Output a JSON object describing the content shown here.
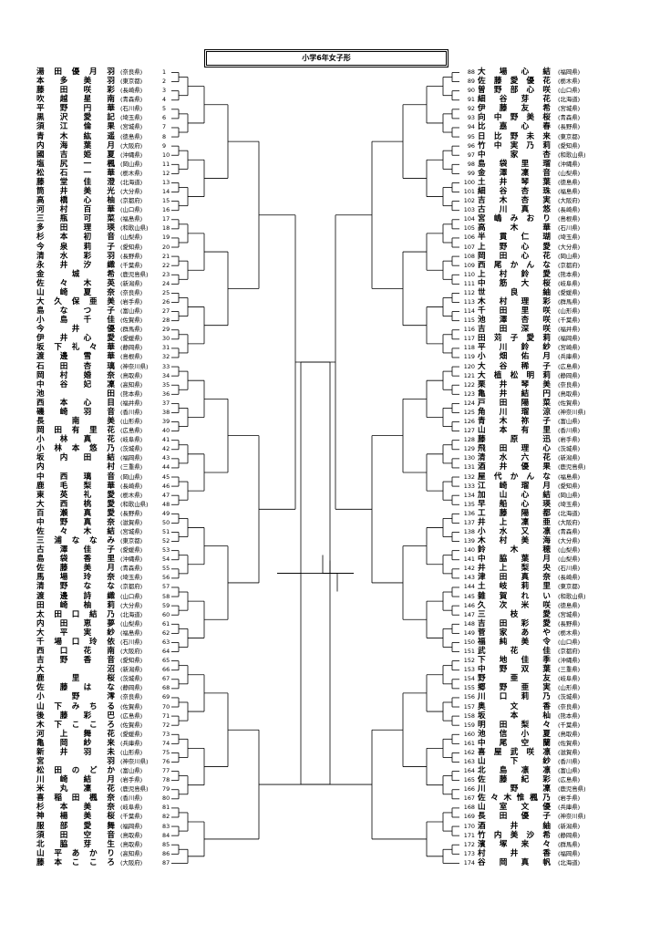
{
  "title": "小学6年女子形",
  "left": [
    {
      "no": "1",
      "name": "湯田優月羽",
      "pref": "(奈良県)"
    },
    {
      "no": "2",
      "name": "本多美羽",
      "pref": "(東京都)"
    },
    {
      "no": "3",
      "name": "藤田咲彩",
      "pref": "(長崎県)"
    },
    {
      "no": "4",
      "name": "吹越星南",
      "pref": "(青森県)"
    },
    {
      "no": "5",
      "name": "平野円華",
      "pref": "(石川県)"
    },
    {
      "no": "6",
      "name": "黒沢愛記",
      "pref": "(埼玉県)"
    },
    {
      "no": "7",
      "name": "須江倫果",
      "pref": "(宮城県)"
    },
    {
      "no": "8",
      "name": "青木紘遥",
      "pref": "(徳島県)"
    },
    {
      "no": "9",
      "name": "内海葉月",
      "pref": "(大阪府)"
    },
    {
      "no": "10",
      "name": "國吉姫夏",
      "pref": "(沖縄県)"
    },
    {
      "no": "11",
      "name": "塩尻一楓",
      "pref": "(岡山県)"
    },
    {
      "no": "12",
      "name": "松石一華",
      "pref": "(栃木県)"
    },
    {
      "no": "13",
      "name": "藤堂佳澄",
      "pref": "(北海道)"
    },
    {
      "no": "14",
      "name": "筒井美光",
      "pref": "(大分県)"
    },
    {
      "no": "15",
      "name": "高橋心柚",
      "pref": "(京都府)"
    },
    {
      "no": "16",
      "name": "河村百華",
      "pref": "(山口県)"
    },
    {
      "no": "17",
      "name": "三瓶可菜",
      "pref": "(福島県)"
    },
    {
      "no": "18",
      "name": "多田理瑛",
      "pref": "(和歌山県)"
    },
    {
      "no": "19",
      "name": "杉本初音",
      "pref": "(山梨県)"
    },
    {
      "no": "20",
      "name": "今泉莉子",
      "pref": "(愛知県)"
    },
    {
      "no": "21",
      "name": "清水彩羽",
      "pref": "(長野県)"
    },
    {
      "no": "22",
      "name": "永井汐織",
      "pref": "(千葉県)"
    },
    {
      "no": "23",
      "name": "金城希",
      "pref": "(鹿児島県)"
    },
    {
      "no": "24",
      "name": "佐々木英",
      "pref": "(新潟県)"
    },
    {
      "no": "25",
      "name": "山崎夏奈",
      "pref": "(奈良県)"
    },
    {
      "no": "26",
      "name": "大久保亜美",
      "pref": "(岩手県)"
    },
    {
      "no": "27",
      "name": "島なつ子",
      "pref": "(富山県)"
    },
    {
      "no": "28",
      "name": "小島千佳",
      "pref": "(佐賀県)"
    },
    {
      "no": "29",
      "name": "今井優",
      "pref": "(群馬県)"
    },
    {
      "no": "30",
      "name": "伊井心愛",
      "pref": "(愛媛県)"
    },
    {
      "no": "31",
      "name": "坂下礼々華",
      "pref": "(静岡県)"
    },
    {
      "no": "32",
      "name": "渡邊雪華",
      "pref": "(島根県)"
    },
    {
      "no": "33",
      "name": "石田杏璃",
      "pref": "(神奈川県)"
    },
    {
      "no": "34",
      "name": "岡村婚奈",
      "pref": "(鳥取県)"
    },
    {
      "no": "35",
      "name": "中谷妃凜",
      "pref": "(高知県)"
    },
    {
      "no": "36",
      "name": "池田",
      "pref": "(熊本県)"
    },
    {
      "no": "37",
      "name": "西本心目",
      "pref": "(福井県)"
    },
    {
      "no": "38",
      "name": "磯崎羽音",
      "pref": "(香川県)"
    },
    {
      "no": "39",
      "name": "長南美",
      "pref": "(山形県)"
    },
    {
      "no": "40",
      "name": "岡田有里花",
      "pref": "(広島県)"
    },
    {
      "no": "41",
      "name": "小林真花",
      "pref": "(岐阜県)"
    },
    {
      "no": "42",
      "name": "小林本悠乃",
      "pref": "(茨城県)"
    },
    {
      "no": "43",
      "name": "坂内田結",
      "pref": "(福岡県)"
    },
    {
      "no": "44",
      "name": "内村",
      "pref": "(三重県)"
    },
    {
      "no": "45",
      "name": "中西璃音",
      "pref": "(岡山県)"
    },
    {
      "no": "46",
      "name": "鹿毛梨華",
      "pref": "(長崎県)"
    },
    {
      "no": "47",
      "name": "東英礼愛",
      "pref": "(栃木県)"
    },
    {
      "no": "48",
      "name": "大西桃愛",
      "pref": "(和歌山県)"
    },
    {
      "no": "49",
      "name": "百瀬真愛",
      "pref": "(長野県)"
    },
    {
      "no": "50",
      "name": "中野真奈",
      "pref": "(滋賀県)"
    },
    {
      "no": "51",
      "name": "佐々木結",
      "pref": "(宮城県)"
    },
    {
      "no": "52",
      "name": "三浦ななみ",
      "pref": "(東京都)"
    },
    {
      "no": "53",
      "name": "古澤佳子",
      "pref": "(愛媛県)"
    },
    {
      "no": "54",
      "name": "島袋香里",
      "pref": "(沖縄県)"
    },
    {
      "no": "55",
      "name": "佐藤美月",
      "pref": "(青森県)"
    },
    {
      "no": "56",
      "name": "馬場玲奈",
      "pref": "(埼玉県)"
    },
    {
      "no": "57",
      "name": "清野なな",
      "pref": "(京都府)"
    },
    {
      "no": "58",
      "name": "渡邊詩織",
      "pref": "(山口県)"
    },
    {
      "no": "59",
      "name": "田崎柚莉",
      "pref": "(大分県)"
    },
    {
      "no": "60",
      "name": "太田口結乃",
      "pref": "(北海道)"
    },
    {
      "no": "61",
      "name": "内田恵夢",
      "pref": "(山梨県)"
    },
    {
      "no": "62",
      "name": "大平実紗",
      "pref": "(福島県)"
    },
    {
      "no": "63",
      "name": "千場口玲依",
      "pref": "(石川県)"
    },
    {
      "no": "64",
      "name": "西口花南",
      "pref": "(大阪府)"
    },
    {
      "no": "65",
      "name": "吉野香音",
      "pref": "(愛知県)"
    },
    {
      "no": "66",
      "name": "大沼",
      "pref": "(新潟県)"
    },
    {
      "no": "67",
      "name": "鹿里桜",
      "pref": "(茨城県)"
    },
    {
      "no": "68",
      "name": "佐藤はな",
      "pref": "(静岡県)"
    },
    {
      "no": "69",
      "name": "小野澪",
      "pref": "(奈良県)"
    },
    {
      "no": "70",
      "name": "山下みちる",
      "pref": "(佐賀県)"
    },
    {
      "no": "71",
      "name": "後藤彩巴",
      "pref": "(広島県)"
    },
    {
      "no": "72",
      "name": "木下こころ",
      "pref": "(佐賀県)"
    },
    {
      "no": "73",
      "name": "河上舞花",
      "pref": "(愛媛県)"
    },
    {
      "no": "74",
      "name": "亀岡紗来",
      "pref": "(兵庫県)"
    },
    {
      "no": "75",
      "name": "新井羽未",
      "pref": "(山形県)"
    },
    {
      "no": "76",
      "name": "宮羽",
      "pref": "(神奈川県)"
    },
    {
      "no": "77",
      "name": "松田のどか",
      "pref": "(富山県)"
    },
    {
      "no": "78",
      "name": "川崎結月",
      "pref": "(岩手県)"
    },
    {
      "no": "79",
      "name": "米丸凜花",
      "pref": "(鹿児島県)"
    },
    {
      "no": "80",
      "name": "喜稲田楓奈",
      "pref": "(香川県)"
    },
    {
      "no": "81",
      "name": "杉本美奈",
      "pref": "(岐阜県)"
    },
    {
      "no": "82",
      "name": "神楊美桜",
      "pref": "(千葉県)"
    },
    {
      "no": "83",
      "name": "服部愛舞",
      "pref": "(福岡県)"
    },
    {
      "no": "84",
      "name": "須田空音",
      "pref": "(鳥取県)"
    },
    {
      "no": "85",
      "name": "北脇芽生",
      "pref": "(鳥取県)"
    },
    {
      "no": "86",
      "name": "山平あかり",
      "pref": "(高知県)"
    },
    {
      "no": "87",
      "name": "藤本こころ",
      "pref": "(大阪府)"
    }
  ],
  "right": [
    {
      "no": "88",
      "name": "大場心結",
      "pref": "(福岡県)"
    },
    {
      "no": "89",
      "name": "佐藤愛優花",
      "pref": "(栃木県)"
    },
    {
      "no": "90",
      "name": "曽野部心咲",
      "pref": "(山口県)"
    },
    {
      "no": "91",
      "name": "細谷芽花",
      "pref": "(北海道)"
    },
    {
      "no": "92",
      "name": "伊藤友希",
      "pref": "(宮城県)"
    },
    {
      "no": "93",
      "name": "向中野美桜",
      "pref": "(青森県)"
    },
    {
      "no": "94",
      "name": "比嘉心春",
      "pref": "(長野県)"
    },
    {
      "no": "95",
      "name": "日比野未来",
      "pref": "(東京都)"
    },
    {
      "no": "96",
      "name": "竹中実乃莉",
      "pref": "(愛知県)"
    },
    {
      "no": "97",
      "name": "中家杏",
      "pref": "(和歌山県)"
    },
    {
      "no": "98",
      "name": "島袋里瑠",
      "pref": "(沖縄県)"
    },
    {
      "no": "99",
      "name": "金澤凜音",
      "pref": "(山梨県)"
    },
    {
      "no": "100",
      "name": "土井琴葉",
      "pref": "(徳島県)"
    },
    {
      "no": "101",
      "name": "細谷杏珠",
      "pref": "(福島県)"
    },
    {
      "no": "102",
      "name": "吉木杏実",
      "pref": "(大阪府)"
    },
    {
      "no": "103",
      "name": "古川真悠",
      "pref": "(長崎県)"
    },
    {
      "no": "104",
      "name": "宮嶋みおり",
      "pref": "(島根県)"
    },
    {
      "no": "105",
      "name": "高木華",
      "pref": "(石川県)"
    },
    {
      "no": "106",
      "name": "半貫仁瑚",
      "pref": "(埼玉県)"
    },
    {
      "no": "107",
      "name": "上野心愛",
      "pref": "(大分県)"
    },
    {
      "no": "108",
      "name": "岡田心花",
      "pref": "(岡山県)"
    },
    {
      "no": "109",
      "name": "西尾かんな",
      "pref": "(京都府)"
    },
    {
      "no": "110",
      "name": "上村鈴愛",
      "pref": "(熊本県)"
    },
    {
      "no": "111",
      "name": "中筋大桜",
      "pref": "(岐阜県)"
    },
    {
      "no": "112",
      "name": "世良紬",
      "pref": "(愛媛県)"
    },
    {
      "no": "113",
      "name": "木村理彩",
      "pref": "(群馬県)"
    },
    {
      "no": "114",
      "name": "千田里咲",
      "pref": "(山形県)"
    },
    {
      "no": "115",
      "name": "池澤杏咲",
      "pref": "(千葉県)"
    },
    {
      "no": "116",
      "name": "吉田深咲",
      "pref": "(福井県)"
    },
    {
      "no": "117",
      "name": "田苅子愛莉",
      "pref": "(福岡県)"
    },
    {
      "no": "118",
      "name": "平川鈴紗",
      "pref": "(宮崎県)"
    },
    {
      "no": "119",
      "name": "小畑佑月",
      "pref": "(兵庫県)"
    },
    {
      "no": "120",
      "name": "大谷稀子",
      "pref": "(広島県)"
    },
    {
      "no": "121",
      "name": "大植松明莉",
      "pref": "(静岡県)"
    },
    {
      "no": "122",
      "name": "栗井琴美",
      "pref": "(奈良県)"
    },
    {
      "no": "123",
      "name": "亀井結円",
      "pref": "(鳥取県)"
    },
    {
      "no": "124",
      "name": "戸田陽菜",
      "pref": "(佐賀県)"
    },
    {
      "no": "125",
      "name": "角川瑠涼",
      "pref": "(神奈川県)"
    },
    {
      "no": "126",
      "name": "青木祢子",
      "pref": "(富山県)"
    },
    {
      "no": "127",
      "name": "山本有里",
      "pref": "(香川県)"
    },
    {
      "no": "128",
      "name": "藤原迅",
      "pref": "(岩手県)"
    },
    {
      "no": "129",
      "name": "飛田理心",
      "pref": "(茨城県)"
    },
    {
      "no": "130",
      "name": "清水六花",
      "pref": "(新潟県)"
    },
    {
      "no": "131",
      "name": "酒井優果",
      "pref": "(鹿児島県)"
    },
    {
      "no": "132",
      "name": "屋代かんな",
      "pref": "(福島県)"
    },
    {
      "no": "133",
      "name": "江崎瑠月",
      "pref": "(愛知県)"
    },
    {
      "no": "134",
      "name": "加山心結",
      "pref": "(岡山県)"
    },
    {
      "no": "135",
      "name": "早船心瑛",
      "pref": "(埼玉県)"
    },
    {
      "no": "136",
      "name": "工藤陽都",
      "pref": "(北海道)"
    },
    {
      "no": "137",
      "name": "井上凜亜",
      "pref": "(大阪府)"
    },
    {
      "no": "138",
      "name": "小水又凛",
      "pref": "(青森県)"
    },
    {
      "no": "139",
      "name": "木村美海",
      "pref": "(大分県)"
    },
    {
      "no": "140",
      "name": "鈴木穂",
      "pref": "(山梨県)"
    },
    {
      "no": "141",
      "name": "中脇葉月",
      "pref": "(山梨県)"
    },
    {
      "no": "142",
      "name": "井上梨央",
      "pref": "(石川県)"
    },
    {
      "no": "143",
      "name": "津田真奈",
      "pref": "(長崎県)"
    },
    {
      "no": "144",
      "name": "土岐莉里",
      "pref": "(東京都)"
    },
    {
      "no": "145",
      "name": "雜賀れい",
      "pref": "(和歌山県)"
    },
    {
      "no": "146",
      "name": "久次米咲",
      "pref": "(徳島県)"
    },
    {
      "no": "147",
      "name": "三枝愛",
      "pref": "(宮城県)"
    },
    {
      "no": "148",
      "name": "吉田彩愛",
      "pref": "(長野県)"
    },
    {
      "no": "149",
      "name": "菅家あや",
      "pref": "(栃木県)"
    },
    {
      "no": "150",
      "name": "福純美令",
      "pref": "(山口県)"
    },
    {
      "no": "151",
      "name": "武花佳",
      "pref": "(京都府)"
    },
    {
      "no": "152",
      "name": "下地佳季",
      "pref": "(沖縄県)"
    },
    {
      "no": "153",
      "name": "中野双葉",
      "pref": "(三重県)"
    },
    {
      "no": "154",
      "name": "野亜友",
      "pref": "(岐阜県)"
    },
    {
      "no": "155",
      "name": "郷野亜実",
      "pref": "(山形県)"
    },
    {
      "no": "156",
      "name": "川口莉乃",
      "pref": "(茨城県)"
    },
    {
      "no": "157",
      "name": "奥文香",
      "pref": "(奈良県)"
    },
    {
      "no": "158",
      "name": "坂本杣",
      "pref": "(熊本県)"
    },
    {
      "no": "159",
      "name": "明田梨々",
      "pref": "(千葉県)"
    },
    {
      "no": "160",
      "name": "池信小夏",
      "pref": "(鳥取県)"
    },
    {
      "no": "161",
      "name": "中尾空蘭",
      "pref": "(佐賀県)"
    },
    {
      "no": "162",
      "name": "喜屋武咲凛",
      "pref": "(滋賀県)"
    },
    {
      "no": "163",
      "name": "山下紗",
      "pref": "(香川県)"
    },
    {
      "no": "164",
      "name": "北島凛凛",
      "pref": "(富山県)"
    },
    {
      "no": "165",
      "name": "佐藤紀彩",
      "pref": "(広島県)"
    },
    {
      "no": "166",
      "name": "川野凜",
      "pref": "(鹿児島県)"
    },
    {
      "no": "167",
      "name": "佐々木惟楓乃",
      "pref": "(岩手県)"
    },
    {
      "no": "168",
      "name": "山室文優",
      "pref": "(兵庫県)"
    },
    {
      "no": "169",
      "name": "長田優子",
      "pref": "(神奈川県)"
    },
    {
      "no": "170",
      "name": "酒井紬",
      "pref": "(新潟県)"
    },
    {
      "no": "171",
      "name": "竹内美沙希",
      "pref": "(静岡県)"
    },
    {
      "no": "172",
      "name": "濱塚来々",
      "pref": "(群馬県)"
    },
    {
      "no": "173",
      "name": "村井香",
      "pref": "(福岡県)"
    },
    {
      "no": "174",
      "name": "谷岡真帆",
      "pref": "(北海道)"
    }
  ]
}
